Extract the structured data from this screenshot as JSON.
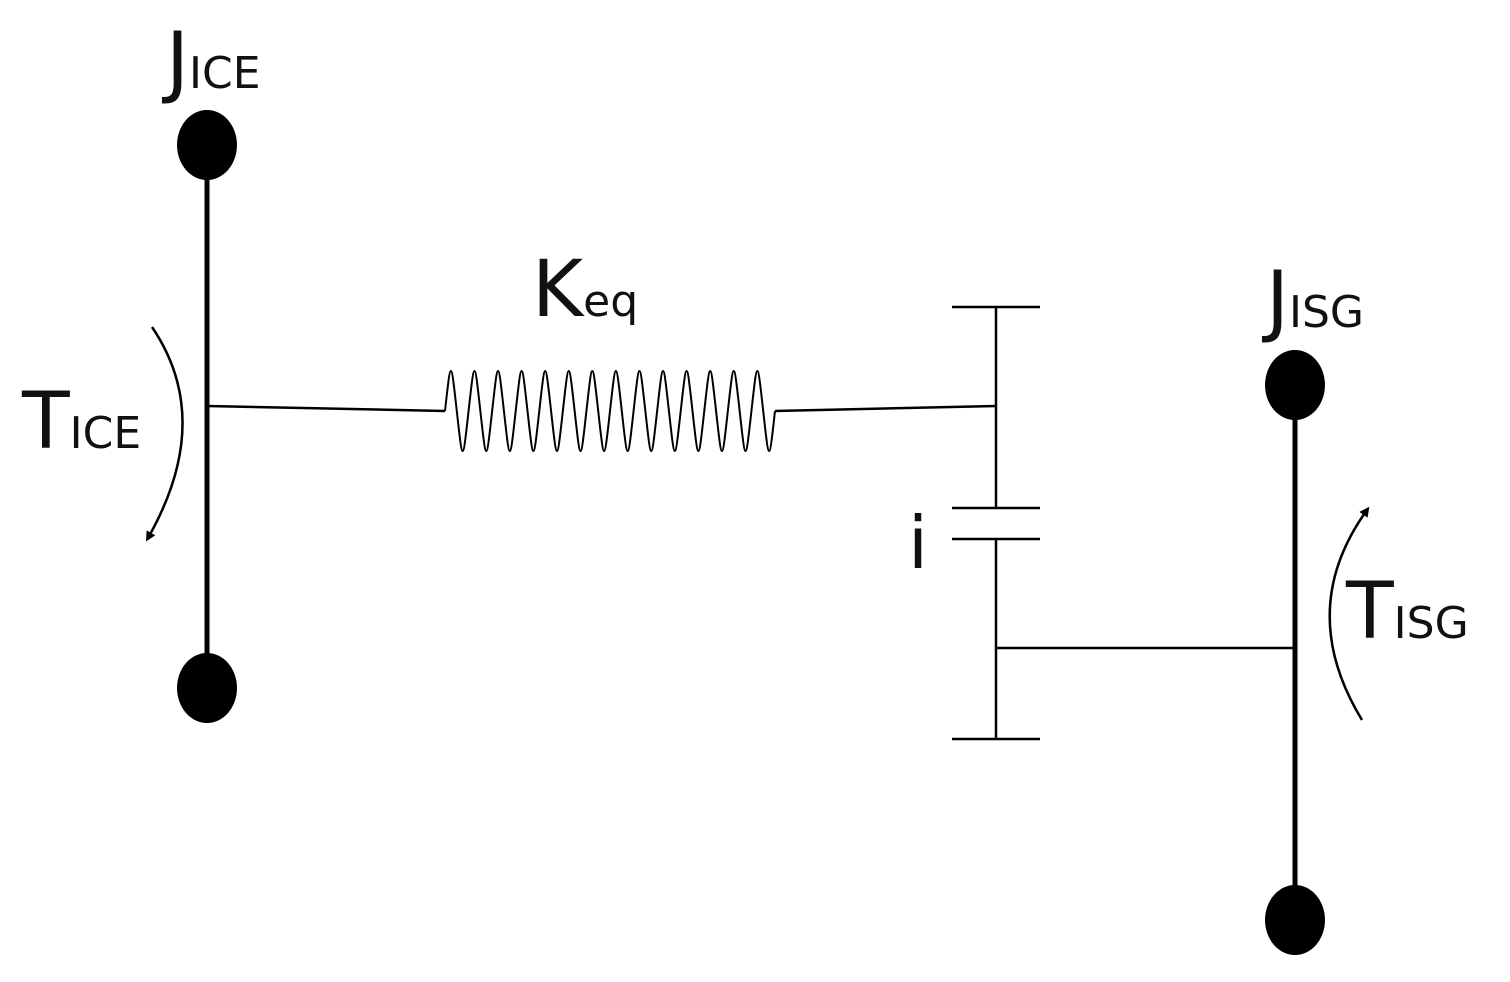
{
  "labels": {
    "inertia_ice": {
      "main": "J",
      "sub": "ICE"
    },
    "inertia_isg": {
      "main": "J",
      "sub": "ISG"
    },
    "stiffness": {
      "main": "K",
      "sub": "eq"
    },
    "torque_ice": {
      "main": "T",
      "sub": "ICE"
    },
    "torque_isg": {
      "main": "T",
      "sub": "ISG"
    },
    "gear_ratio": "i"
  }
}
